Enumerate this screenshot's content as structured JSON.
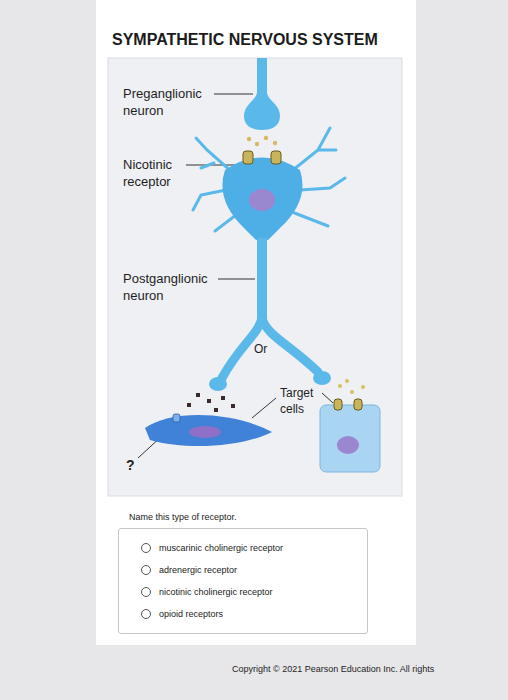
{
  "diagram": {
    "title": "SYMPATHETIC NERVOUS SYSTEM",
    "nodes": [
      {
        "text": [
          "Name this type of receptor.",
          "muscarinic cholinergic receptor",
          "adrenergic receptor",
          "nicotinic cholinergic receptor",
          "opioid receptors"
        ]
      }
    ],
    "labels": [
      "Preganglionic neuron",
      "Nicotinic receptor",
      "Postganglionic neuron",
      "Or",
      "Target cells",
      "?",
      "Copyright © 2021 Pearson Education Inc. All rights"
    ]
  }
}
